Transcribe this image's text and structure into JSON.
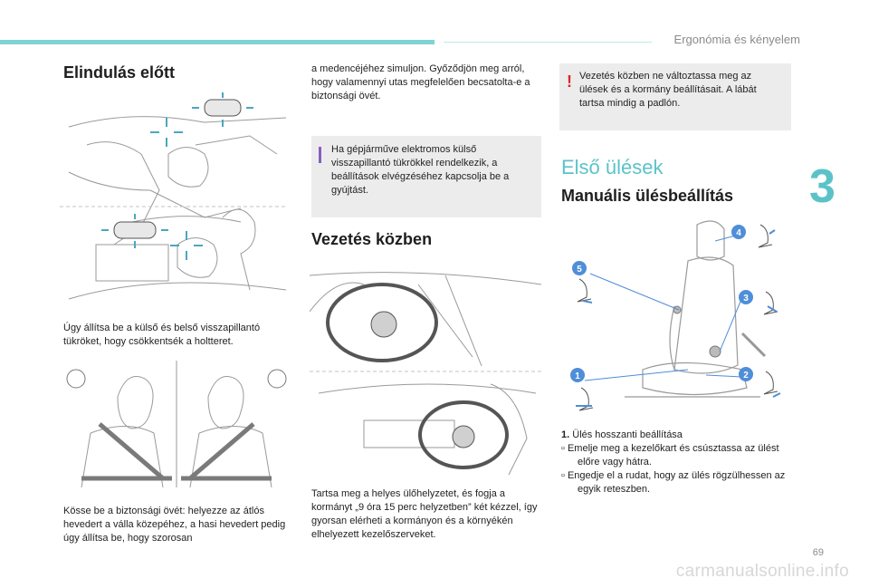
{
  "header": {
    "title": "Ergonómia és kényelem",
    "chapter": "3",
    "page": "69"
  },
  "watermark": "carmanualsonline.info",
  "col1": {
    "heading": "Elindulás előtt",
    "mirror_caption": "Úgy állítsa be a külső és belső visszapillantó tükröket, hogy csökkentsék a holtteret.",
    "belt_caption": "Kösse be a biztonsági övét: helyezze az átlós hevedert a válla közepéhez, a hasi hevedert pedig úgy állítsa be, hogy szorosan"
  },
  "col2": {
    "continued": "a medencéjéhez simuljon. Győződjön meg arról, hogy valamennyi utas megfelelően becsatolta-e a biztonsági övét.",
    "info": "Ha gépjárműve elektromos külső visszapillantó tükrökkel rendelkezik, a beállítások elvégzéséhez kapcsolja be a gyújtást.",
    "heading": "Vezetés közben",
    "caption": "Tartsa meg a helyes ülőhelyzetet, és fogja a kormányt „9 óra 15 perc helyzetben” két kézzel, így gyorsan elérheti a kormányon és a környékén elhelyezett kezelőszerveket."
  },
  "col3": {
    "warning": "Vezetés közben ne változtassa meg az ülések és a kormány beállításait. A lábát tartsa mindig a padlón.",
    "section_title": "Első ülések",
    "subsection": "Manuális ülésbeállítás",
    "seat_callouts": [
      "1",
      "2",
      "3",
      "4",
      "5"
    ],
    "item1_num": "1.",
    "item1_title": "Ülés hosszanti beállítása",
    "bullets": [
      "Emelje meg a kezelőkart és csúsztassa az ülést előre vagy hátra.",
      "Engedje el a rudat, hogy az ülés rögzülhessen az egyik reteszben."
    ]
  },
  "colors": {
    "accent": "#5bc3c8",
    "callout": "#4f8ed8",
    "warning": "#d9262c",
    "infobar": "#8a5cc6"
  }
}
